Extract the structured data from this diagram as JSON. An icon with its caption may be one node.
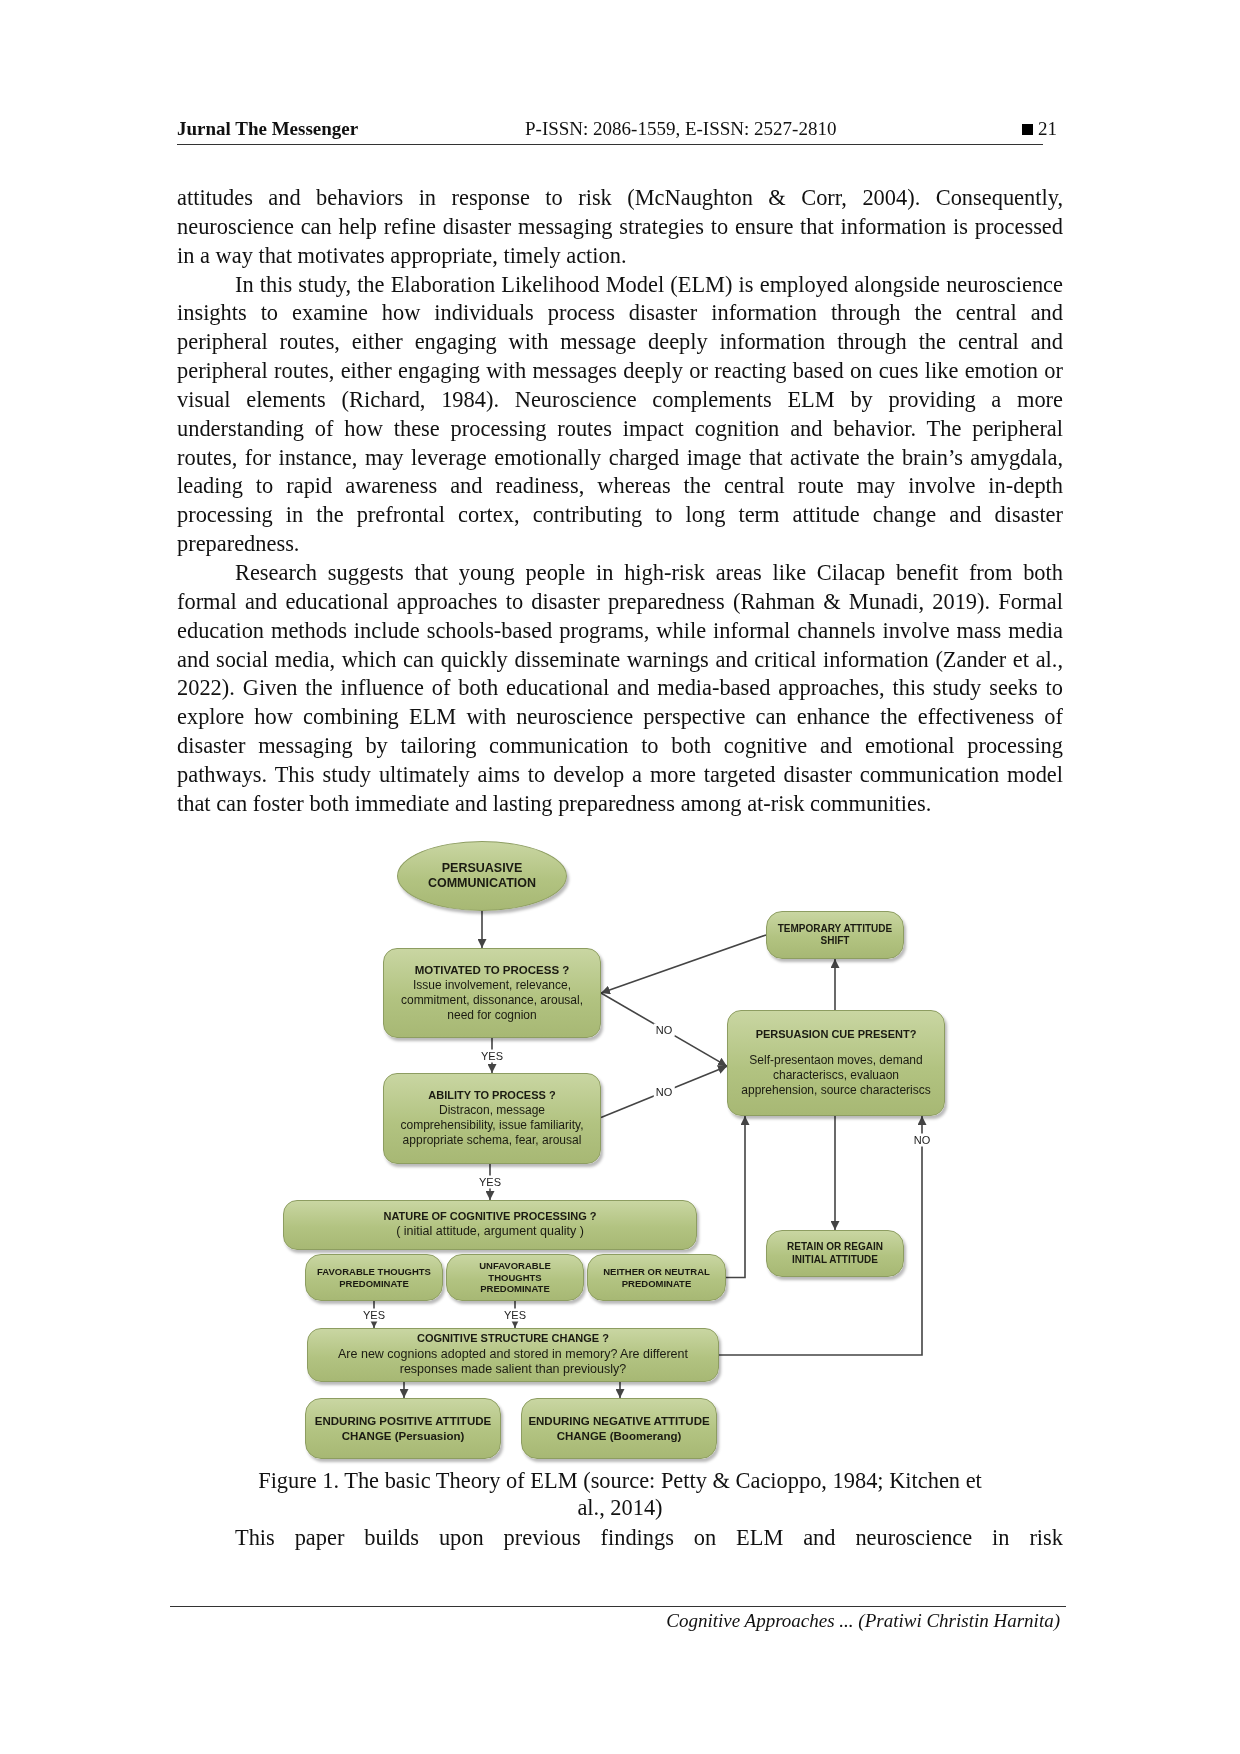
{
  "diagram": {
    "caption": "Figure 1. The basic Theory of ELM (source: Petty & Cacioppo, 1984; Kitchen et al., 2014)",
    "nodes": [
      {
        "text": [
          "PERSUASIVE COMMUNICATION"
        ]
      },
      {
        "text": [
          "MOTIVATED TO PROCESS ?",
          "Issue involvement, relevance, commitment, dissonance, arousal, need for cognion"
        ]
      },
      {
        "text": [
          "TEMPORARY ATTITUDE SHIFT"
        ]
      },
      {
        "text": [
          "PERSUASION CUE PRESENT?",
          "Self-presentaon moves, demand characteriscs, evaluaon apprehension, source characteriscs"
        ]
      },
      {
        "text": [
          "ABILITY TO PROCESS ?",
          "Distracon, message comprehensibility, issue familiarity, appropriate schema, fear, arousal"
        ]
      },
      {
        "text": [
          "NATURE OF COGNITIVE PROCESSING ?",
          "( initial attitude, argument quality )"
        ]
      },
      {
        "text": [
          "FAVORABLE THOUGHTS PREDOMINATE"
        ]
      },
      {
        "text": [
          "UNFAVORABLE THOUGHTS PREDOMINATE"
        ]
      },
      {
        "text": [
          "NEITHER OR NEUTRAL PREDOMINATE"
        ]
      },
      {
        "text": [
          "RETAIN OR REGAIN INITIAL ATTITUDE"
        ]
      },
      {
        "text": [
          "COGNITIVE STRUCTURE CHANGE ?",
          "Are new cognions adopted and stored in memory? Are different responses made salient than previously?"
        ]
      },
      {
        "text": [
          "ENDURING POSITIVE ATTITUDE CHANGE (Persuasion)"
        ]
      },
      {
        "text": [
          "ENDURING NEGATIVE ATTITUDE CHANGE (Boomerang)"
        ]
      }
    ],
    "edges": [
      {
        "from": 0,
        "to": 1,
        "arrow": "to"
      },
      {
        "from": 1,
        "to": 4,
        "arrow": "to",
        "label": "YES"
      },
      {
        "from": 1,
        "to": 3,
        "arrow": "to",
        "label": "NO"
      },
      {
        "from": 4,
        "to": 3,
        "arrow": "to",
        "label": "NO"
      },
      {
        "from": 3,
        "to": 2,
        "arrow": "to"
      },
      {
        "from": 2,
        "to": 1,
        "arrow": "to"
      },
      {
        "from": 4,
        "to": 5,
        "arrow": "to",
        "label": "YES"
      },
      {
        "from": 3,
        "to": 9,
        "arrow": "to"
      },
      {
        "from": 8,
        "to": 3,
        "arrow": "to"
      },
      {
        "from": 6,
        "to": 10,
        "arrow": "to",
        "label": "YES"
      },
      {
        "from": 7,
        "to": 10,
        "arrow": "to",
        "label": "YES"
      },
      {
        "from": 10,
        "to": 3,
        "arrow": "to",
        "label": "NO"
      },
      {
        "from": 10,
        "to": 11,
        "arrow": "to"
      },
      {
        "from": 10,
        "to": 12,
        "arrow": "to"
      }
    ],
    "labels": [
      "Jurnal The Messenger",
      "P-ISSN: 2086-1559, E-ISSN: 2527-2810",
      "21",
      "attitudes and behaviors in response to risk (McNaughton & Corr, 2004). Consequently, neuroscience can help refine disaster messaging strategies to ensure that information is processed in a way that motivates appropriate, timely action.",
      "In this study, the Elaboration Likelihood Model (ELM) is employed alongside neuroscience insights to examine how individuals process disaster information through the central and peripheral routes, either engaging with message deeply information through the central and peripheral routes, either engaging with messages deeply or reacting based on cues like emotion or visual elements (Richard, 1984). Neuroscience complements ELM by providing a more understanding of how these processing routes impact cognition and behavior. The peripheral routes, for instance, may leverage emotionally charged image that activate the brain’s amygdala, leading to rapid awareness and readiness, whereas the central route may involve in-depth processing in the prefrontal cortex, contributing to long term attitude change and disaster preparedness.",
      "Research suggests that young people in high-risk areas like Cilacap benefit from both formal and educational approaches to disaster preparedness (Rahman & Munadi, 2019). Formal education methods include schools-based programs, while informal channels involve mass media and social media, which can quickly disseminate warnings and critical information (Zander et al., 2022). Given the influence of both educational and media-based approaches, this study seeks to explore how combining ELM with neuroscience perspective can enhance the effectiveness of disaster messaging by tailoring communication to both cognitive and emotional processing pathways. This study ultimately aims to develop a more targeted disaster communication model that can foster both immediate and lasting preparedness among at-risk communities.",
      "This paper builds upon previous findings on ELM and neuroscience in risk",
      "Cognitive Approaches ... (Pratiwi Christin Harnita)"
    ]
  }
}
